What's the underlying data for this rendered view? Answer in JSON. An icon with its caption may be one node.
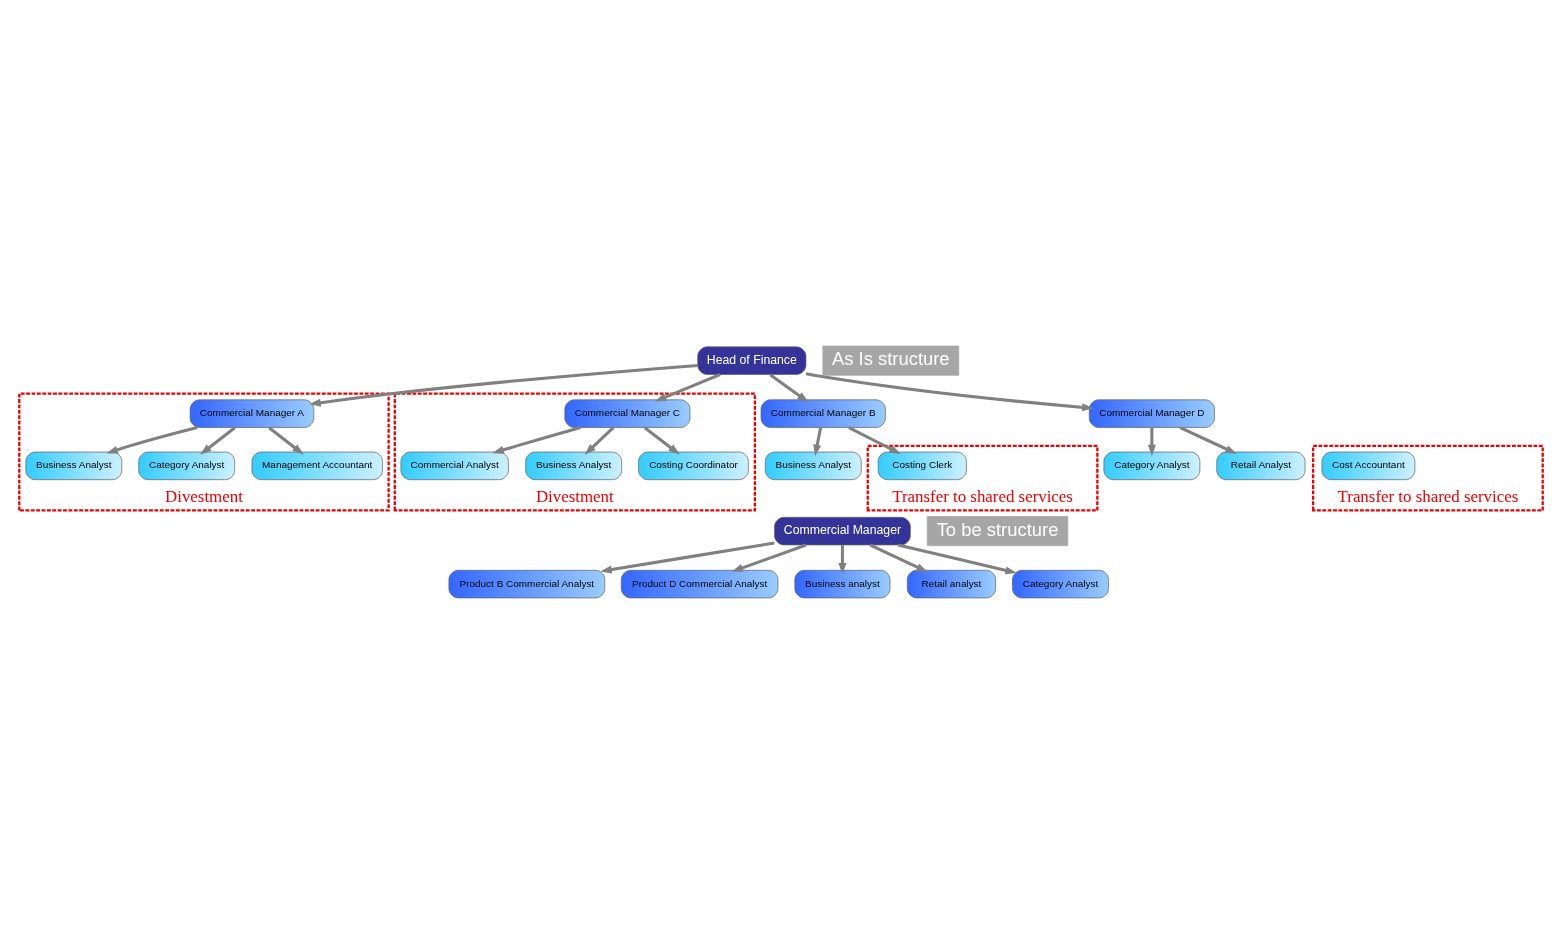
{
  "diagram": {
    "nodes": [
      {
        "text": [
          "Head of Finance"
        ]
      },
      {
        "text": [
          "Divestment"
        ]
      },
      {
        "text": [
          "Commercial Manager A"
        ],
        "in": 1
      },
      {
        "text": [
          "Business Analyst"
        ],
        "in": 1
      },
      {
        "text": [
          "Category Analyst"
        ],
        "in": 1
      },
      {
        "text": [
          "Management Accountant"
        ],
        "in": 1
      },
      {
        "text": [
          "Commercial Manager B"
        ]
      },
      {
        "text": [
          "Business Analyst"
        ]
      },
      {
        "text": [
          "Transfer to shared services"
        ]
      },
      {
        "text": [
          "Costing Clerk"
        ],
        "in": 8
      },
      {
        "text": [
          "Divestment"
        ]
      },
      {
        "text": [
          "Commercial Manager C"
        ],
        "in": 10
      },
      {
        "text": [
          "Commercial Analyst"
        ],
        "in": 10
      },
      {
        "text": [
          "Business Analyst"
        ],
        "in": 10
      },
      {
        "text": [
          "Costing Coordinator"
        ],
        "in": 10
      },
      {
        "text": [
          "Commercial Manager D"
        ]
      },
      {
        "text": [
          "Category Analyst"
        ]
      },
      {
        "text": [
          "Retail Analyst"
        ]
      },
      {
        "text": [
          "Transfer to shared services"
        ]
      },
      {
        "text": [
          "Cost Accountant"
        ],
        "in": 18
      },
      {
        "text": [
          "Commercial Manager"
        ]
      },
      {
        "text": [
          "Product B Commercial Analyst"
        ]
      },
      {
        "text": [
          "Product D Commercial Analyst"
        ]
      },
      {
        "text": [
          "Business analyst"
        ]
      },
      {
        "text": [
          "Retail analyst"
        ]
      },
      {
        "text": [
          "Category Analyst"
        ]
      }
    ],
    "edges": [
      {
        "from": 0,
        "to": 2,
        "arrow": "to"
      },
      {
        "from": 0,
        "to": 6,
        "arrow": "to"
      },
      {
        "from": 0,
        "to": 11,
        "arrow": "to"
      },
      {
        "from": 0,
        "to": 15,
        "arrow": "to"
      },
      {
        "from": 2,
        "to": 3,
        "arrow": "to"
      },
      {
        "from": 2,
        "to": 4,
        "arrow": "to"
      },
      {
        "from": 2,
        "to": 5,
        "arrow": "to"
      },
      {
        "from": 6,
        "to": 7,
        "arrow": "to"
      },
      {
        "from": 6,
        "to": 9,
        "arrow": "to"
      },
      {
        "from": 11,
        "to": 12,
        "arrow": "to"
      },
      {
        "from": 11,
        "to": 13,
        "arrow": "to"
      },
      {
        "from": 11,
        "to": 14,
        "arrow": "to"
      },
      {
        "from": 15,
        "to": 16,
        "arrow": "to"
      },
      {
        "from": 15,
        "to": 17,
        "arrow": "to"
      },
      {
        "from": 20,
        "to": 21,
        "arrow": "to"
      },
      {
        "from": 20,
        "to": 22,
        "arrow": "to"
      },
      {
        "from": 20,
        "to": 23,
        "arrow": "to"
      },
      {
        "from": 20,
        "to": 24,
        "arrow": "to"
      },
      {
        "from": 20,
        "to": 25,
        "arrow": "to"
      }
    ],
    "labels": [
      "As Is structure",
      "To be structure"
    ]
  }
}
